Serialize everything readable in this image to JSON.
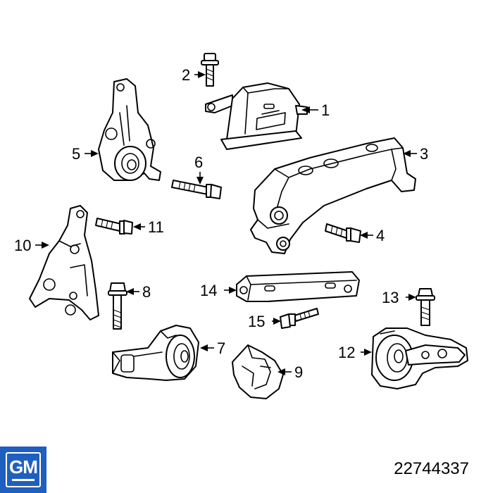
{
  "diagram": {
    "callouts": [
      {
        "id": "1",
        "label": "1"
      },
      {
        "id": "2",
        "label": "2"
      },
      {
        "id": "3",
        "label": "3"
      },
      {
        "id": "4",
        "label": "4"
      },
      {
        "id": "5",
        "label": "5"
      },
      {
        "id": "6",
        "label": "6"
      },
      {
        "id": "7",
        "label": "7"
      },
      {
        "id": "8",
        "label": "8"
      },
      {
        "id": "9",
        "label": "9"
      },
      {
        "id": "10",
        "label": "10"
      },
      {
        "id": "11",
        "label": "11"
      },
      {
        "id": "12",
        "label": "12"
      },
      {
        "id": "13",
        "label": "13"
      },
      {
        "id": "14",
        "label": "14"
      },
      {
        "id": "15",
        "label": "15"
      }
    ]
  },
  "brand": {
    "logo_text": "GM",
    "logo_color": "#1f5fc0"
  },
  "footer": {
    "part_number": "22744337"
  }
}
